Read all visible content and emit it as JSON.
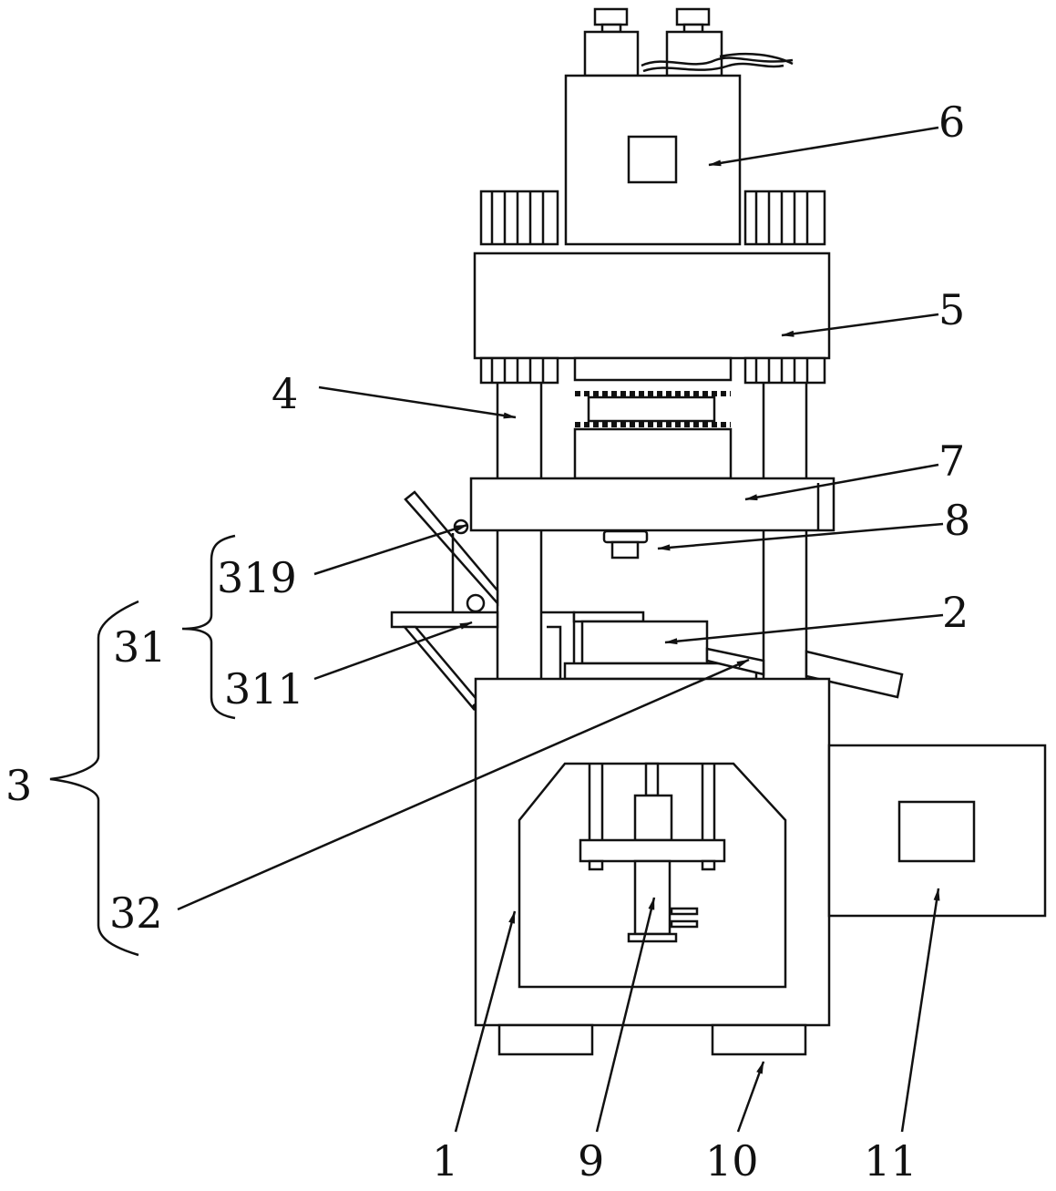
{
  "figure": {
    "labels": {
      "l1": "1",
      "l2": "2",
      "l3": "3",
      "l4": "4",
      "l5": "5",
      "l6": "6",
      "l7": "7",
      "l8": "8",
      "l9": "9",
      "l10": "10",
      "l11": "11",
      "l31": "31",
      "l32": "32",
      "l311": "311",
      "l319": "319"
    },
    "line_color": "#111111",
    "background_color": "#ffffff"
  }
}
